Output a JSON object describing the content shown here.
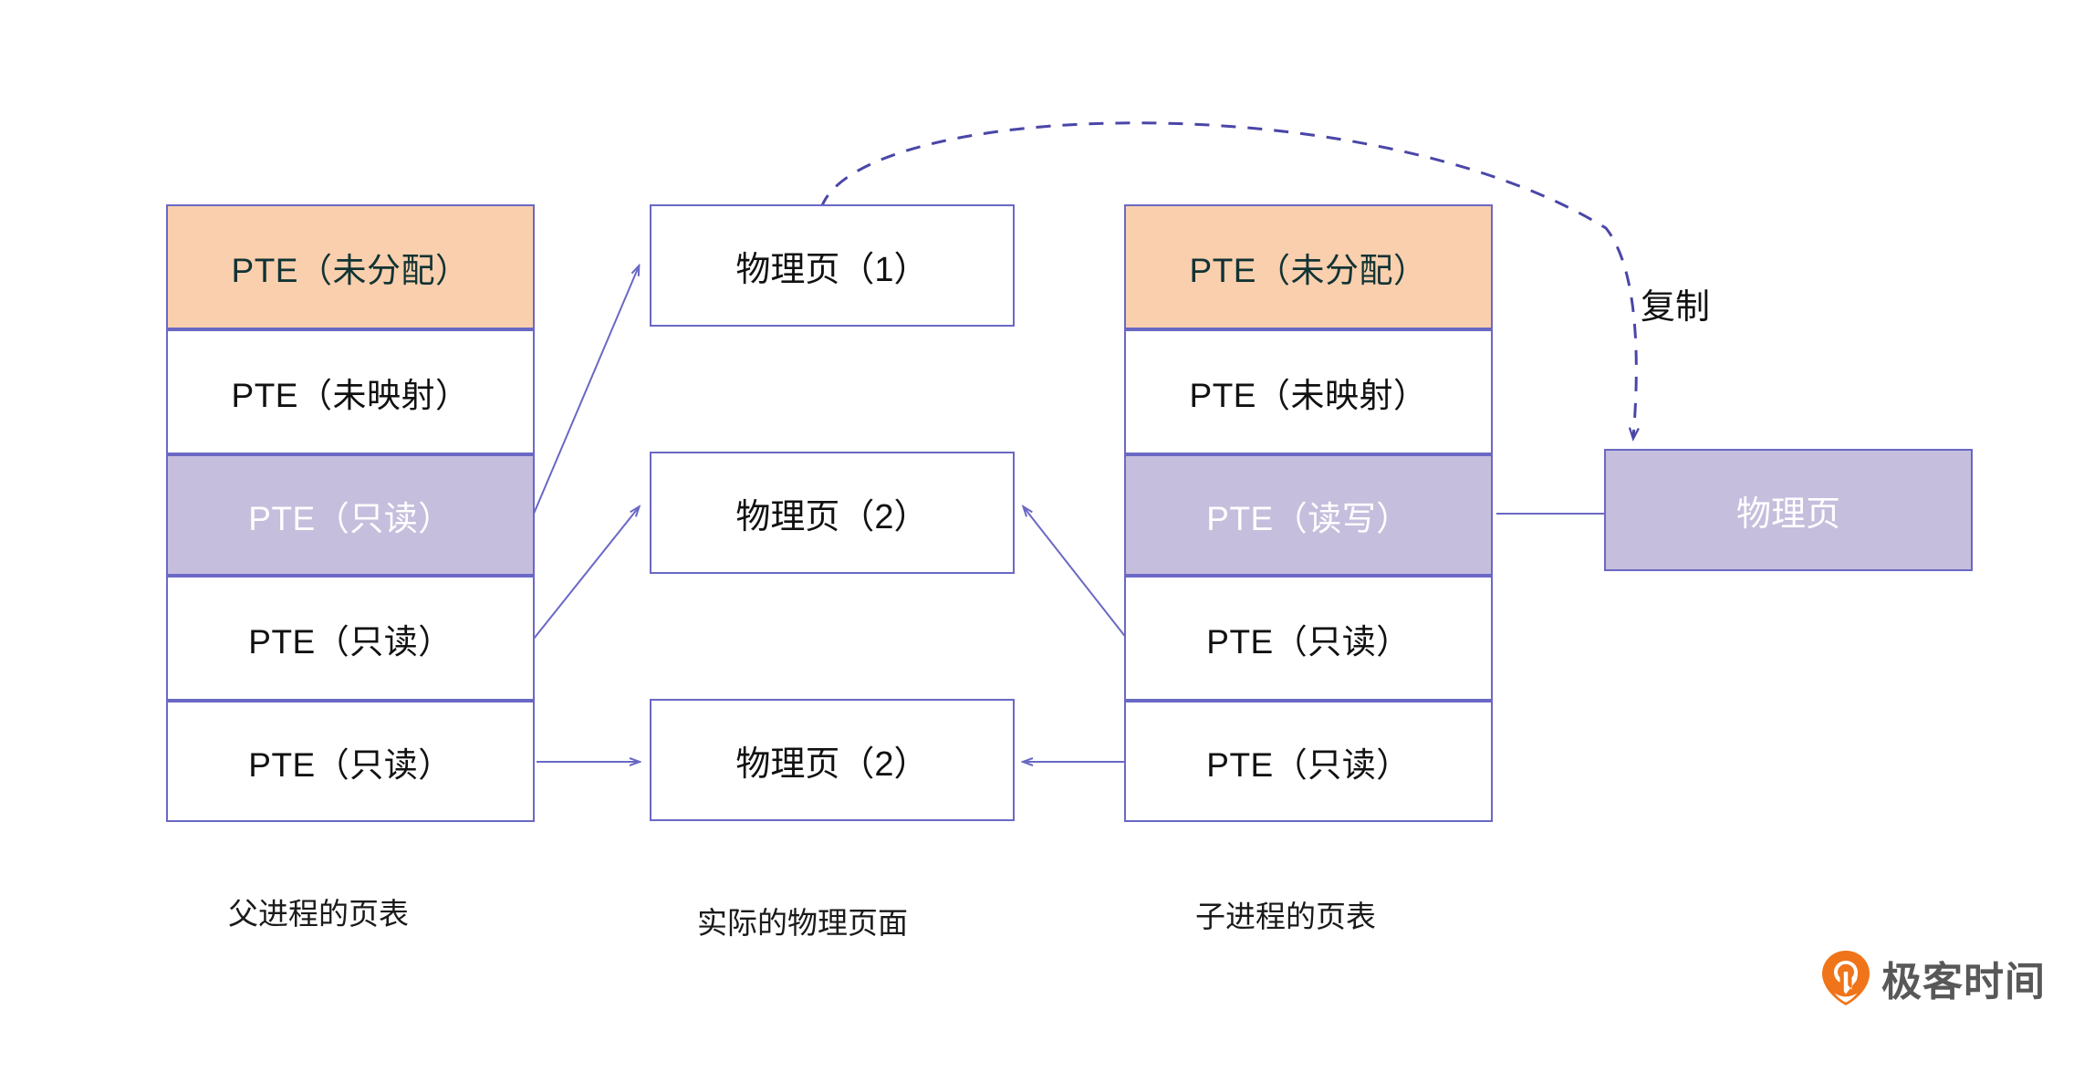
{
  "diagram": {
    "title": "Copy-on-write page table diagram",
    "colors": {
      "border": "#6a68c4",
      "orange_fill": "#f9cfae",
      "lavender_fill": "#c6bedd",
      "arrow": "#6a68c4",
      "dashed_arrow": "#4a46a8",
      "logo_orange": "#f07419",
      "logo_gray": "#585858"
    }
  },
  "parent_table": {
    "caption": "父进程的页表",
    "rows": [
      {
        "label": "PTE（未分配）",
        "style": "orange"
      },
      {
        "label": "PTE（未映射）",
        "style": "plain"
      },
      {
        "label": "PTE（只读）",
        "style": "lavender"
      },
      {
        "label": "PTE（只读）",
        "style": "plain"
      },
      {
        "label": "PTE（只读）",
        "style": "plain"
      }
    ]
  },
  "physical_pages": {
    "caption": "实际的物理页面",
    "boxes": [
      {
        "label": "物理页（1）"
      },
      {
        "label": "物理页（2）"
      },
      {
        "label": "物理页（2）"
      }
    ]
  },
  "child_table": {
    "caption": "子进程的页表",
    "rows": [
      {
        "label": "PTE（未分配）",
        "style": "orange"
      },
      {
        "label": "PTE（未映射）",
        "style": "plain"
      },
      {
        "label": "PTE（读写）",
        "style": "lavender"
      },
      {
        "label": "PTE（只读）",
        "style": "plain"
      },
      {
        "label": "PTE（只读）",
        "style": "plain"
      }
    ]
  },
  "copied_page": {
    "label": "物理页",
    "annotation": "复制"
  },
  "watermark": {
    "text": "极客时间",
    "icon": "geektime-pin-icon"
  }
}
